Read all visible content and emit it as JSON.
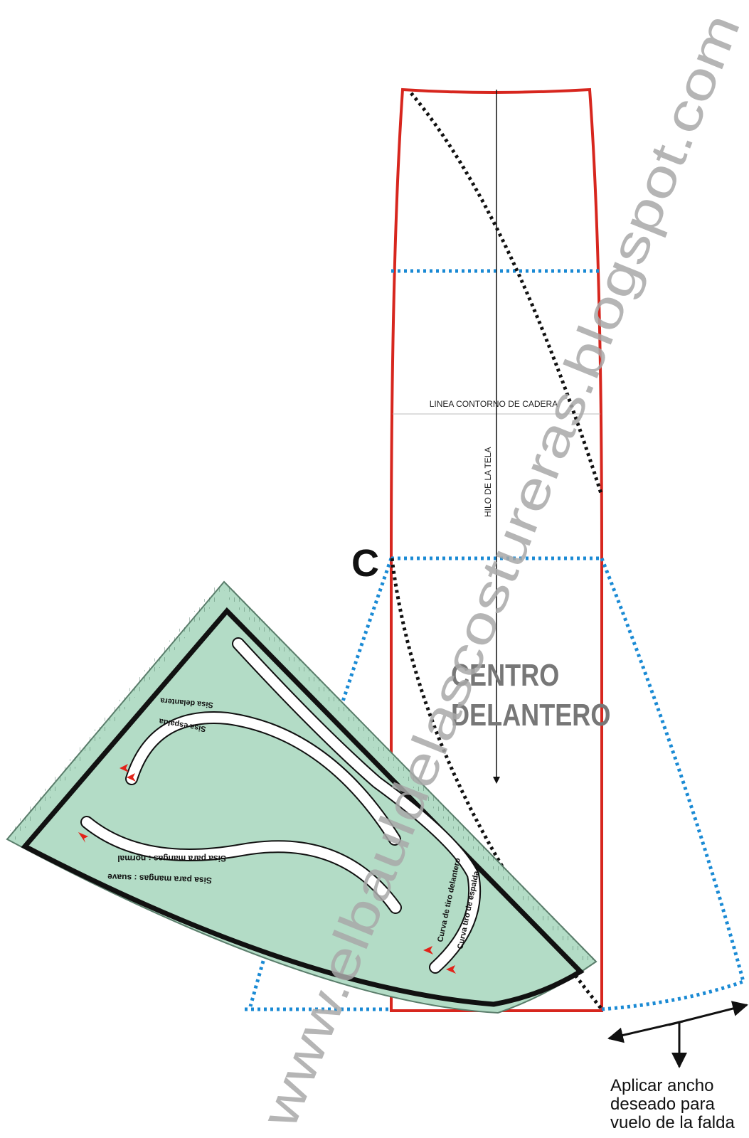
{
  "labels": {
    "hip_line": "LINEA CONTORNO DE CADERA",
    "grain_line": "HILO DE LA TELA",
    "point_c": "C",
    "center_line_1": "CENTRO",
    "center_line_2": "DELANTERO",
    "flare_note": "Aplicar ancho\ndeseado para\nvuelo de la falda",
    "watermark": "www.elbauldelascostureras.blogspot.com"
  },
  "ruler_labels": {
    "armhole_front": "Sisa delantera",
    "armhole_back": "Sisa espalda",
    "sleeve_normal": "Sisa para mangas : normal",
    "sleeve_soft": "Sisa para mangas : suave",
    "crotch_front": "Curva de tiro delantero",
    "crotch_back": "Curva tiro de espalda"
  },
  "colors": {
    "pattern_outline": "#d7261e",
    "guide_dotted": "#1a8ad4",
    "bias_dotted": "#111111",
    "ruler_fill": "#b3dcc6",
    "ruler_border": "#111111",
    "marker_arrow": "#e2231a",
    "watermark": "#a8a8a8"
  }
}
